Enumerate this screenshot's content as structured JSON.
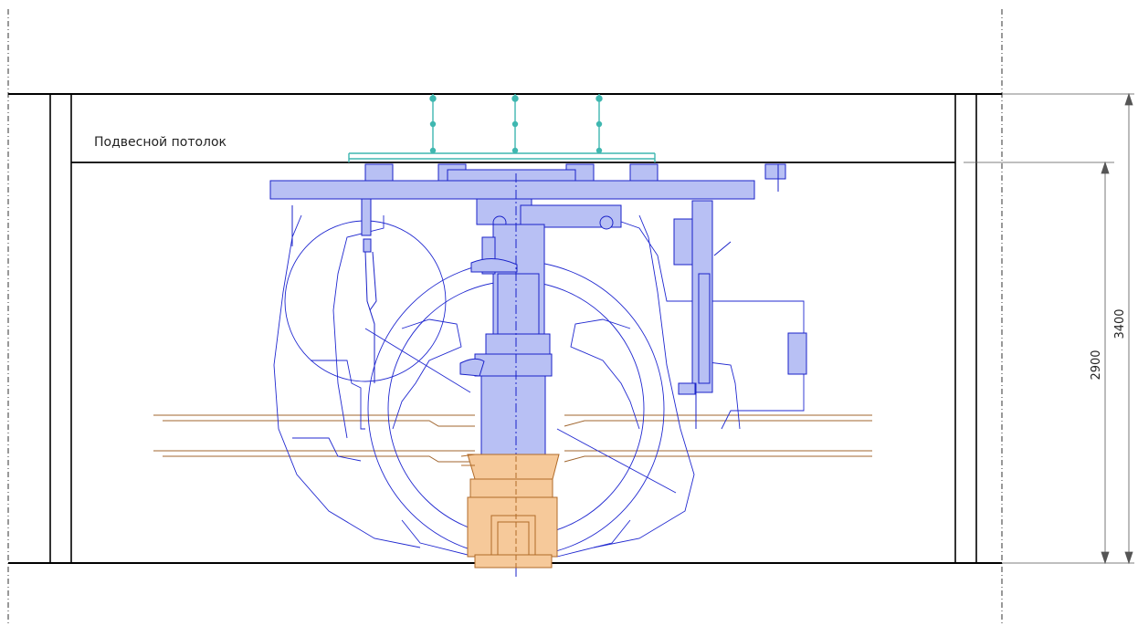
{
  "labels": {
    "ceiling": "Подвесной потолок",
    "dim_inner": "2900",
    "dim_outer": "3400"
  },
  "colors": {
    "frame": "#000000",
    "robot_fill": "#b8c0f4",
    "robot_stroke": "#1a22c8",
    "outline_blue": "#2028d0",
    "bracket_teal": "#3fb7b0",
    "tool_fill": "#f6c99a",
    "tool_stroke": "#b06a28",
    "rail_brown": "#a0652e",
    "dim_grey": "#666666"
  }
}
